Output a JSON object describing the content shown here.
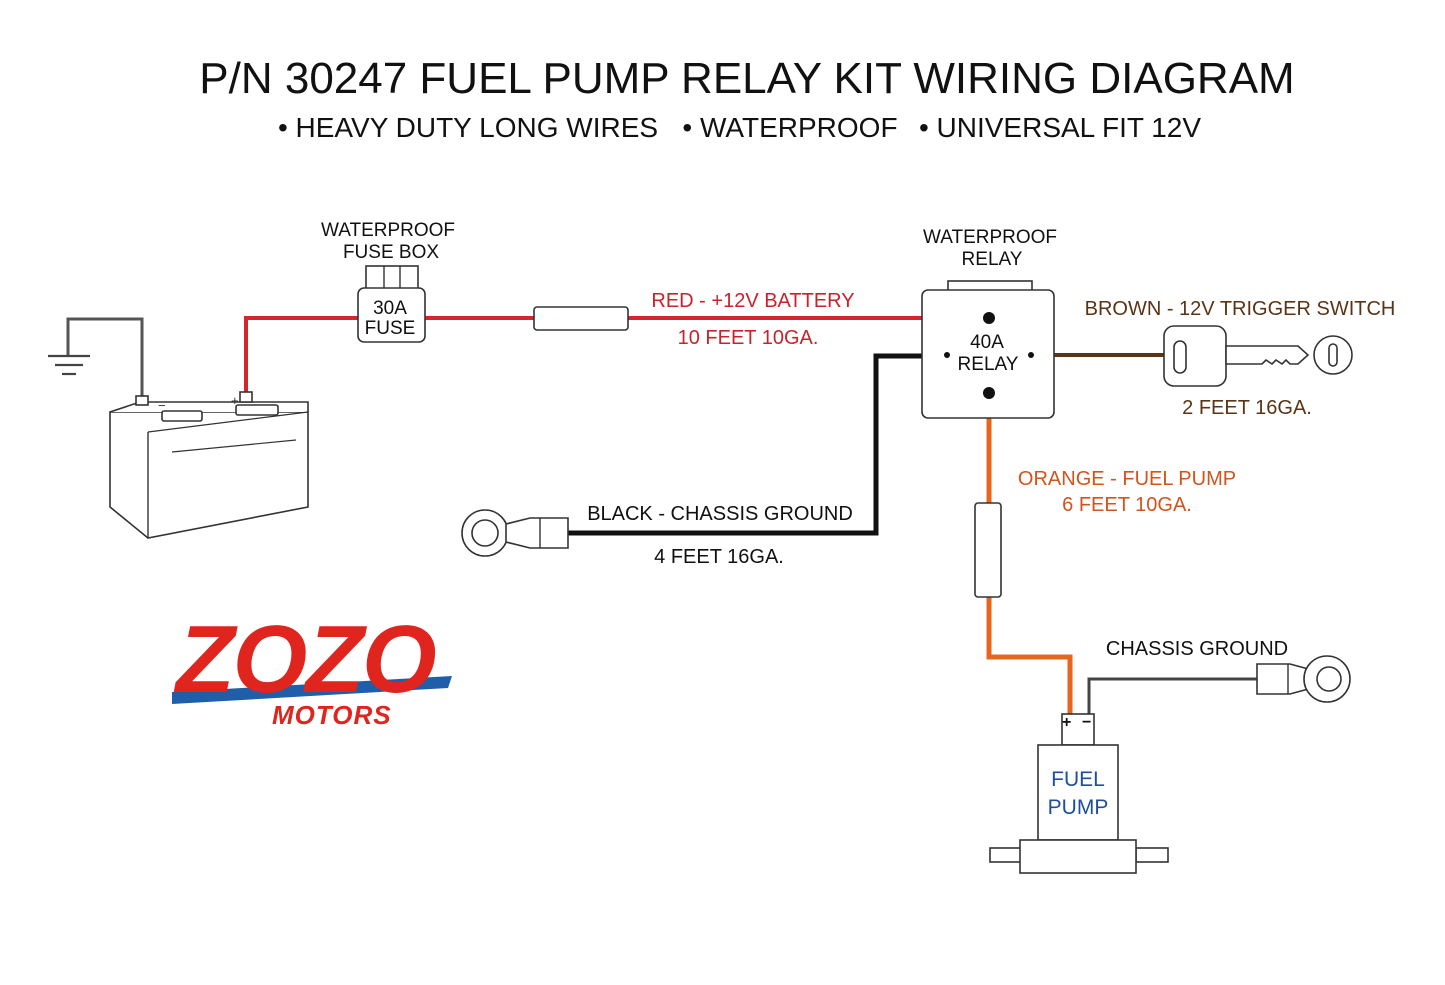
{
  "header": {
    "title": "P/N 30247 FUEL PUMP RELAY KIT WIRING DIAGRAM",
    "features": [
      "• HEAVY DUTY LONG WIRES",
      "• WATERPROOF",
      "• UNIVERSAL FIT 12V"
    ]
  },
  "components": {
    "fuse_box": {
      "caption_line1": "WATERPROOF",
      "caption_line2": "FUSE BOX",
      "rating": "30A",
      "name": "FUSE"
    },
    "relay": {
      "caption_line1": "WATERPROOF",
      "caption_line2": "RELAY",
      "rating": "40A",
      "name": "RELAY"
    },
    "battery": {
      "positive_mark": "+",
      "negative_mark": "−"
    },
    "fuel_pump": {
      "line1": "FUEL",
      "line2": "PUMP",
      "positive_mark": "+",
      "negative_mark": "−"
    }
  },
  "wires": {
    "red": {
      "label": "RED - +12V BATTERY",
      "spec": "10 FEET 10GA.",
      "color": "#d7262b"
    },
    "brown": {
      "label": "BROWN - 12V TRIGGER SWITCH",
      "spec": "2 FEET 16GA.",
      "color": "#5a3415"
    },
    "black": {
      "label": "BLACK - CHASSIS GROUND",
      "spec": "4 FEET 16GA.",
      "color": "#111111"
    },
    "orange": {
      "label": "ORANGE - FUEL PUMP",
      "spec": "6 FEET 10GA.",
      "color": "#e8661c"
    },
    "pump_ground": {
      "label": "CHASSIS GROUND",
      "color": "#444444"
    }
  },
  "logo": {
    "main": "ZOZO",
    "sub": "MOTORS",
    "red": "#e0241e",
    "blue": "#1f5ea8"
  }
}
